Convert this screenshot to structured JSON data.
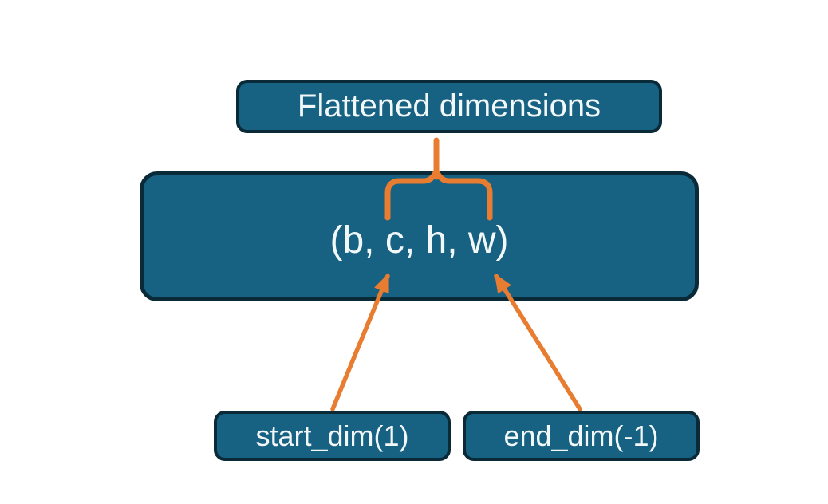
{
  "diagram": {
    "background": "#ffffff",
    "colors": {
      "box_fill": "#176183",
      "box_border": "#0a2a38",
      "accent_orange": "#e87c30",
      "text": "#f2f7f8",
      "background": "#ffffff"
    },
    "title_box": {
      "label": "Flattened dimensions"
    },
    "tensor_box": {
      "label": "(b, c, h, w)"
    },
    "start_box": {
      "label": "start_dim(1)"
    },
    "end_box": {
      "label": "end_dim(-1)"
    }
  }
}
